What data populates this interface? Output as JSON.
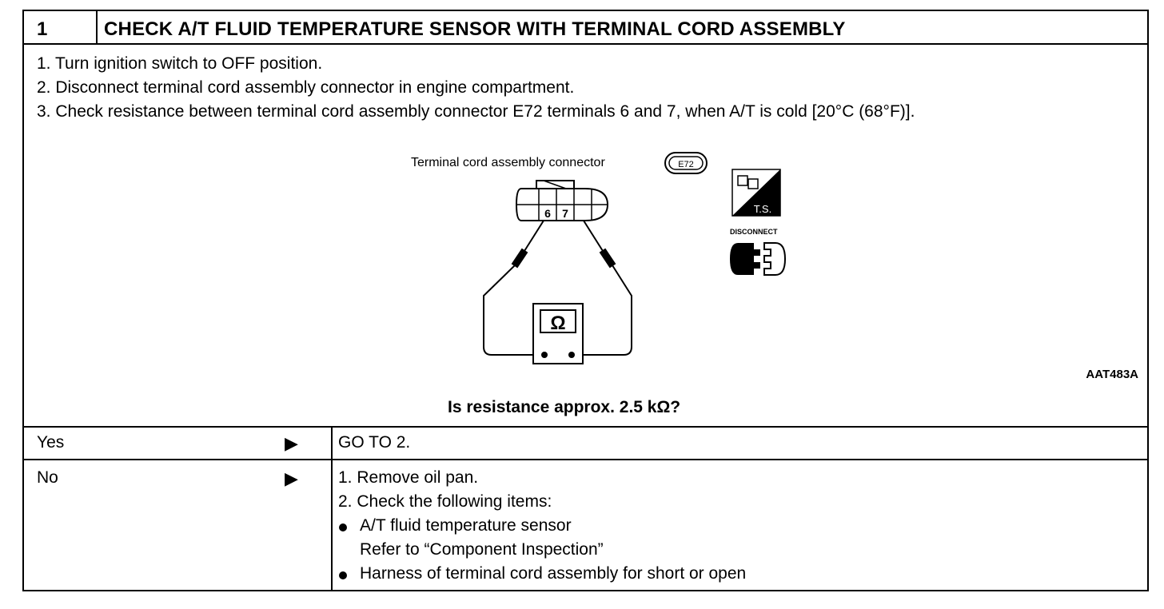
{
  "header": {
    "step_number": "1",
    "title": "CHECK A/T FLUID TEMPERATURE SENSOR WITH TERMINAL CORD ASSEMBLY"
  },
  "steps": [
    "1.  Turn ignition switch to OFF position.",
    "2.  Disconnect terminal cord assembly connector in engine compartment.",
    "3.  Check resistance between terminal cord assembly connector E72 terminals 6 and 7, when A/T is cold [20°C (68°F)]."
  ],
  "figure": {
    "connector_label": "Terminal cord assembly connector",
    "connector_code": "E72",
    "terminal_a": "6",
    "terminal_b": "7",
    "ohm_symbol": "Ω",
    "ts_label": "T.S.",
    "disconnect_label": "DISCONNECT",
    "figure_id": "AAT483A"
  },
  "question": "Is resistance approx. 2.5 kΩ?",
  "results": {
    "yes_label": "Yes",
    "yes_action": "GO TO 2.",
    "no_label": "No",
    "no_actions": {
      "step1": "1.  Remove oil pan.",
      "step2": "2.  Check the following items:",
      "item1": "A/T fluid temperature sensor",
      "item1_ref": "Refer to “Component Inspection”",
      "item2": "Harness of terminal cord assembly for short or open"
    }
  }
}
